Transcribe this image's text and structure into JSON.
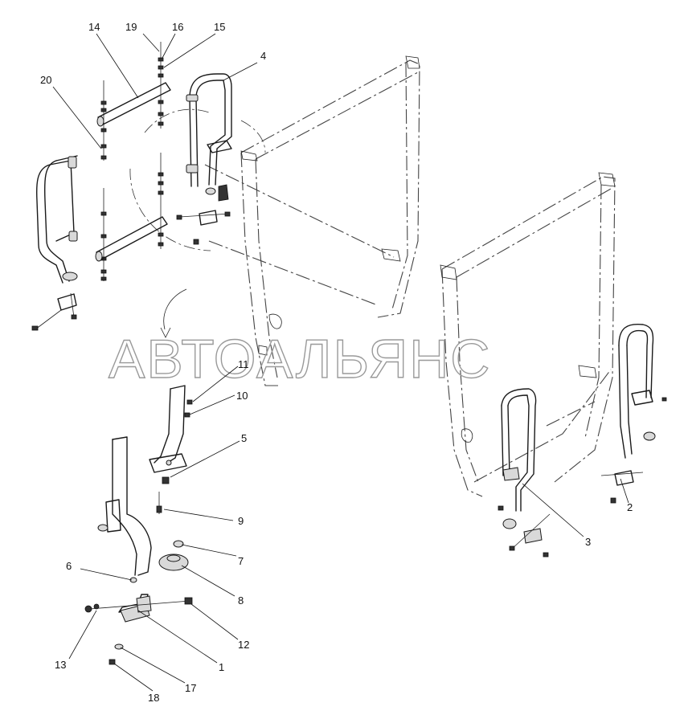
{
  "watermark": "АВТОАЛЬЯНС",
  "callouts": {
    "c1": "1",
    "c2": "2",
    "c3": "3",
    "c4": "4",
    "c5": "5",
    "c6": "6",
    "c7": "7",
    "c8": "8",
    "c9": "9",
    "c10": "10",
    "c11": "11",
    "c12": "12",
    "c13": "13",
    "c14": "14",
    "c15": "15",
    "c16": "16",
    "c17": "17",
    "c18": "18",
    "c19": "19",
    "c20": "20"
  }
}
